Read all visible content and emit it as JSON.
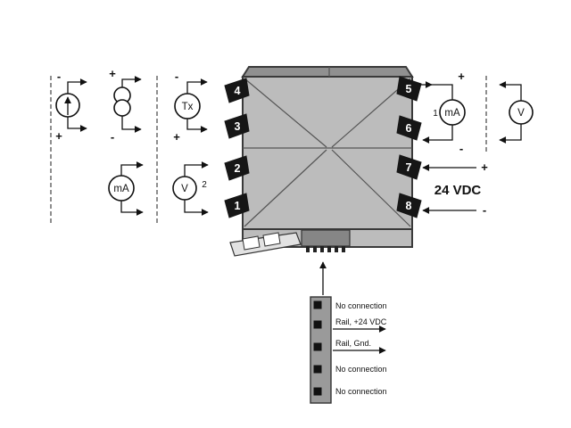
{
  "terminals": {
    "t1": "1",
    "t2": "2",
    "t3": "3",
    "t4": "4",
    "t5": "5",
    "t6": "6",
    "t7": "7",
    "t8": "8"
  },
  "left_symbols": {
    "source1": {
      "top_sign": "-",
      "bottom_sign": "+"
    },
    "source2": {
      "top_sign": "+",
      "bottom_sign": "-"
    },
    "transmitter": {
      "label": "Tx",
      "top_sign": "-",
      "bottom_sign": "+"
    },
    "ma_meter": {
      "label": "mA"
    },
    "v_meter": {
      "label": "V",
      "tag": "2"
    }
  },
  "right_symbols": {
    "ma_meter": {
      "label": "mA",
      "tag": "1",
      "top_sign": "+",
      "bottom_sign": "-"
    },
    "v_meter": {
      "label": "V"
    },
    "power": {
      "label": "24 VDC",
      "plus": "+",
      "minus": "-"
    }
  },
  "connector_pins": [
    {
      "label": "No connection"
    },
    {
      "label": "Rail, +24 VDC"
    },
    {
      "label": "Rail, Gnd."
    },
    {
      "label": "No connection"
    },
    {
      "label": "No connection"
    }
  ],
  "colors": {
    "device_gray": "#bcbcbc",
    "band_gray": "#909090",
    "terminal_black": "#161616"
  }
}
